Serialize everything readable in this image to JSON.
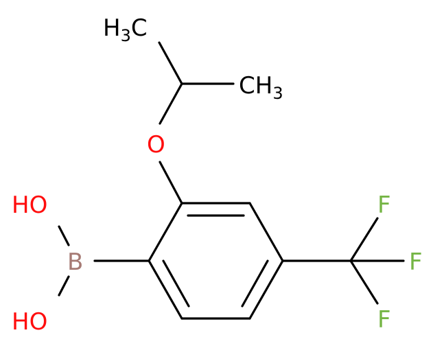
{
  "molecule": {
    "atoms": {
      "h3c": {
        "main": "H",
        "sub": "3",
        "tail": "C",
        "color": "#000000"
      },
      "ch3": {
        "main": "CH",
        "sub": "3",
        "color": "#000000"
      },
      "oxygen": {
        "text": "O",
        "color": "#ff0d0d"
      },
      "boron": {
        "text": "B",
        "color": "#a67a74"
      },
      "oh_top": {
        "text": "HO",
        "color": "#ff0d0d"
      },
      "oh_bottom": {
        "text": "HO",
        "color": "#ff0d0d"
      },
      "f_top": {
        "text": "F",
        "color": "#75b545"
      },
      "f_mid": {
        "text": "F",
        "color": "#75b545"
      },
      "f_bottom": {
        "text": "F",
        "color": "#75b545"
      }
    },
    "bond_color": "#000000"
  }
}
